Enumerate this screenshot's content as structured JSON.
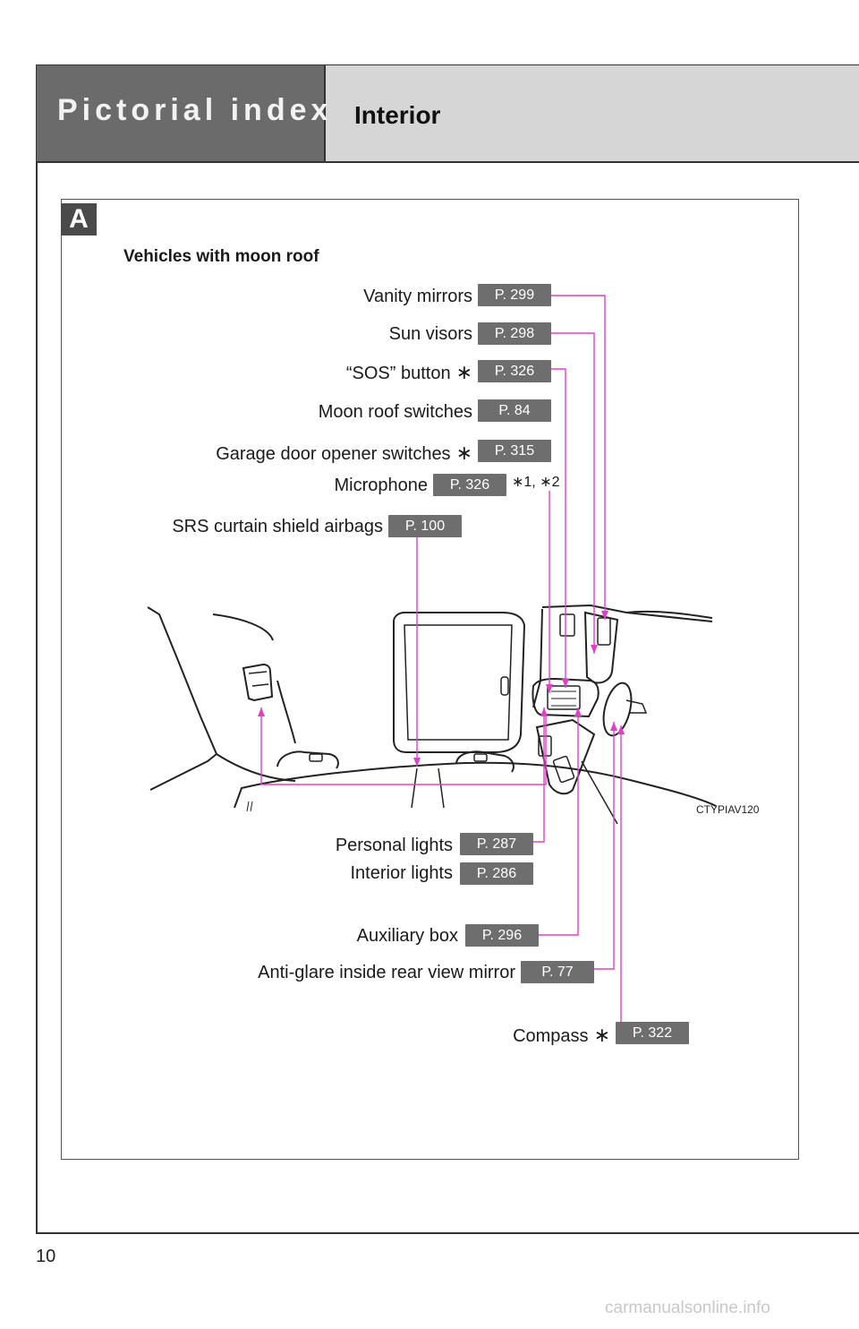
{
  "header": {
    "section": "Pictorial index",
    "subsection": "Interior"
  },
  "panel": {
    "tag": "A",
    "variant": "Vehicles with moon roof",
    "image_code": "CTYPIAV120"
  },
  "star": "∗",
  "footnote_marks": "∗1, ∗2",
  "callouts": [
    {
      "label": "Vanity mirrors",
      "page": "P. 299",
      "star": false
    },
    {
      "label": "Sun visors",
      "page": "P. 298",
      "star": false
    },
    {
      "label": "“SOS” button",
      "page": "P. 326",
      "star": true
    },
    {
      "label": "Moon roof switches",
      "page": "P. 84",
      "star": false
    },
    {
      "label": "Garage door opener switches",
      "page": "P. 315",
      "star": true
    },
    {
      "label": "Microphone",
      "page": "P. 326",
      "star": false
    },
    {
      "label": "SRS curtain shield airbags",
      "page": "P. 100",
      "star": false
    },
    {
      "label": "Personal lights",
      "page": "P. 287",
      "star": false
    },
    {
      "label": "Interior lights",
      "page": "P. 286",
      "star": false
    },
    {
      "label": "Auxiliary box",
      "page": "P. 296",
      "star": false
    },
    {
      "label": "Anti-glare inside rear view mirror",
      "page": "P. 77",
      "star": false
    },
    {
      "label": "Compass",
      "page": "P. 322",
      "star": true
    }
  ],
  "page_number": "10",
  "watermark": "carmanualsonline.info",
  "colors": {
    "header_dark": "#6b6b6b",
    "header_light": "#d6d6d6",
    "badge": "#6e6e6e",
    "leader": "#e040c8"
  }
}
